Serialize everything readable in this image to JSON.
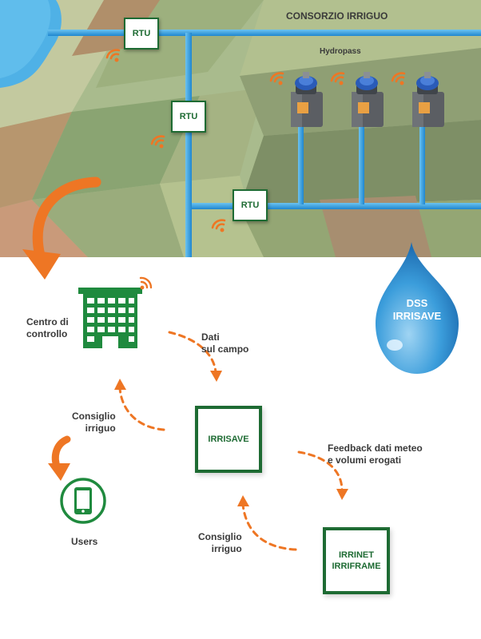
{
  "header": {
    "consorzio": "CONSORZIO IRRIGUO",
    "hydropass": "Hydropass"
  },
  "rtu_label": "RTU",
  "control_center": "Centro di\ncontrollo",
  "arrows": {
    "dati": "Dati\nsul campo",
    "consiglio_users": "Consiglio\nirriguo",
    "feedback": "Feedback dati meteo\ne volumi erogati",
    "consiglio_irrinet": "Consiglio\nirriguo"
  },
  "irrisave_box": "IRRISAVE",
  "irrinet_box": "IRRINET\nIRRIFRAME",
  "dss": "DSS\nIRRISAVE",
  "users": "Users",
  "colors": {
    "green": "#1e6b33",
    "orange": "#ee7624",
    "pipe": "#2f9bde",
    "drop": "#3aa0dc"
  },
  "icons": [
    "building-icon",
    "phone-icon",
    "water-drop-icon",
    "wifi-signal-icon",
    "hydropass-valve-icon"
  ]
}
